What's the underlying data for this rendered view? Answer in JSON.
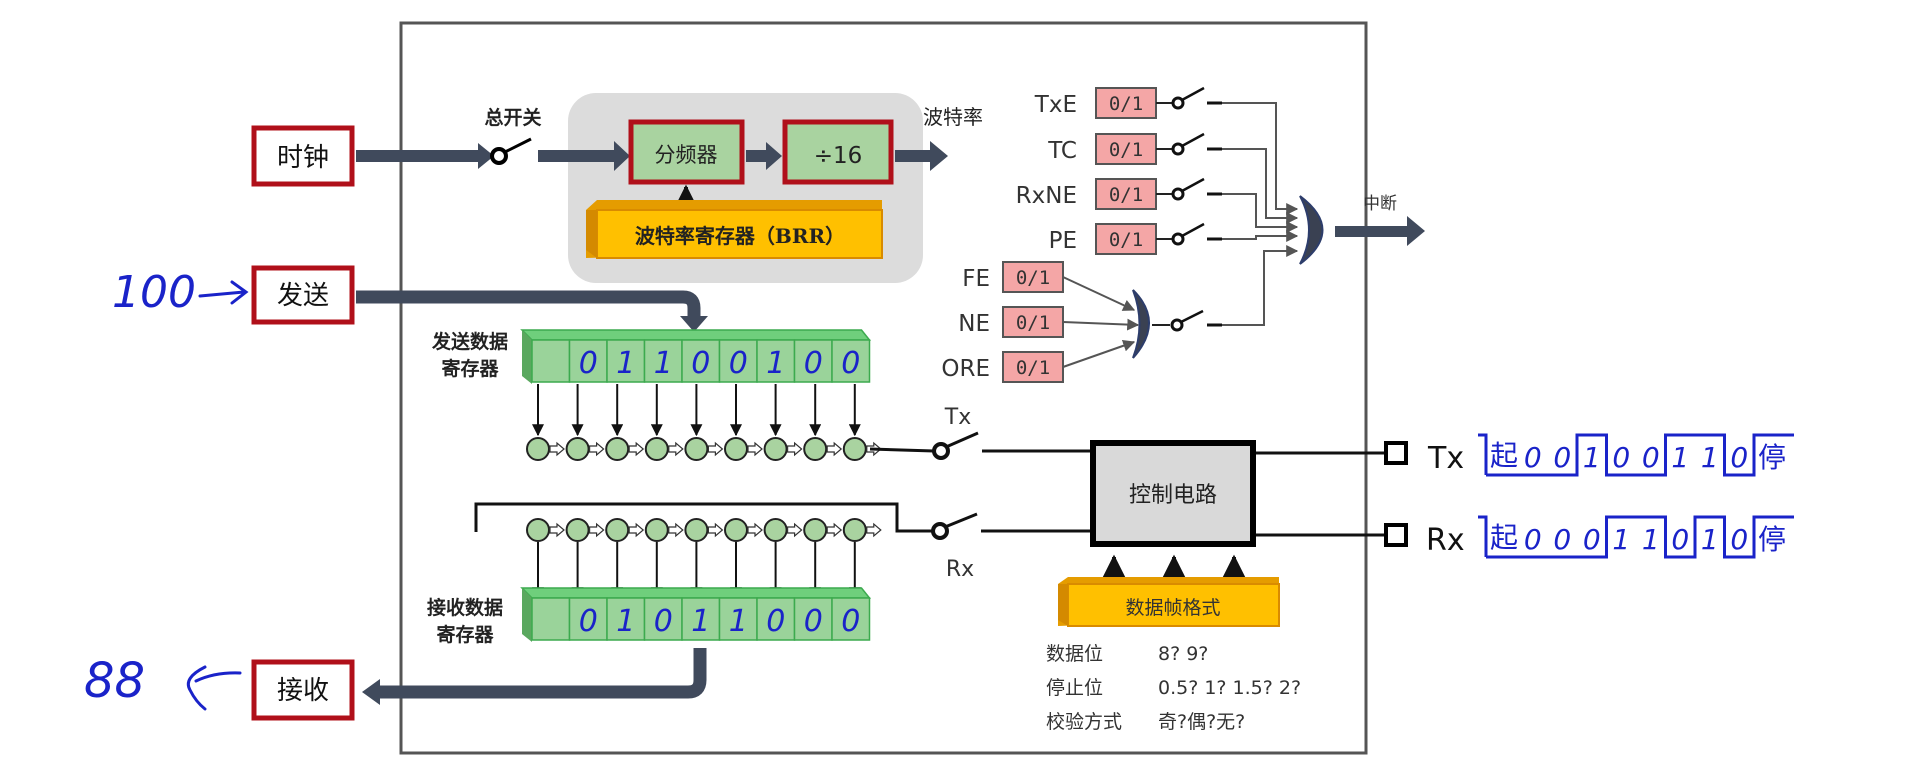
{
  "colors": {
    "bus": "#404a5c",
    "red_border": "#b0101a",
    "green_fill": "#a9d3a0",
    "reg_green": "#8fd49a",
    "orange": "#ffc000",
    "flag_fill": "#f4a6a6",
    "gray_panel": "#dcdcdc",
    "ink": "#1a23c9"
  },
  "external": {
    "clock_label": "时钟",
    "send_label": "发送",
    "receive_label": "接收",
    "send_value_note": "100",
    "receive_value_note": "88"
  },
  "baud": {
    "main_switch_label": "总开关",
    "divider_label": "分频器",
    "div16_label": "÷16",
    "brr_label": "波特率寄存器（BRR）",
    "output_label": "波特率"
  },
  "flags": {
    "direct": [
      {
        "name": "TxE",
        "value": "0/1"
      },
      {
        "name": "TC",
        "value": "0/1"
      },
      {
        "name": "RxNE",
        "value": "0/1"
      },
      {
        "name": "PE",
        "value": "0/1"
      }
    ],
    "error": [
      {
        "name": "FE",
        "value": "0/1"
      },
      {
        "name": "NE",
        "value": "0/1"
      },
      {
        "name": "ORE",
        "value": "0/1"
      }
    ],
    "interrupt_label": "中断"
  },
  "tdr": {
    "label_line1": "发送数据",
    "label_line2": "寄存器",
    "bits": [
      "",
      "0",
      "1",
      "1",
      "0",
      "0",
      "1",
      "0",
      "0"
    ]
  },
  "rdr": {
    "label_line1": "接收数据",
    "label_line2": "寄存器",
    "bits": [
      "",
      "0",
      "1",
      "0",
      "1",
      "1",
      "0",
      "0",
      "0"
    ]
  },
  "shift": {
    "tx_switch_label": "Tx",
    "rx_switch_label": "Rx"
  },
  "control": {
    "label": "控制电路",
    "frame_format_label": "数据帧格式",
    "options": [
      {
        "name": "数据位",
        "values": "8? 9?"
      },
      {
        "name": "停止位",
        "values": "0.5? 1? 1.5? 2?"
      },
      {
        "name": "校验方式",
        "values": "奇?偶?无?"
      }
    ]
  },
  "pins": {
    "tx_label": "Tx",
    "rx_label": "Rx"
  },
  "waveforms": {
    "start_label": "起",
    "stop_label": "停",
    "tx_bits": [
      "0",
      "0",
      "1",
      "0",
      "0",
      "1",
      "1",
      "0"
    ],
    "rx_bits": [
      "0",
      "0",
      "0",
      "1",
      "1",
      "0",
      "1",
      "0"
    ]
  }
}
